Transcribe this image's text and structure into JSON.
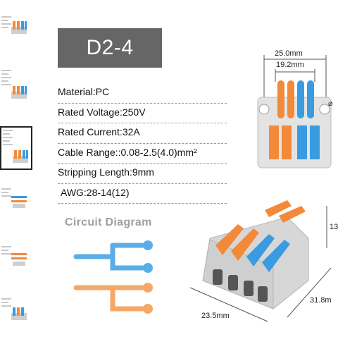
{
  "title": "D2-4",
  "specs": [
    "Material:PC",
    "Rated Voltage:250V",
    "Rated Current:32A",
    "Cable Range::0.08-2.5(4.0)mm²",
    "Stripping Length:9mm",
    "AWG:28-14(12)"
  ],
  "circuit_title": "Circuit Diagram",
  "dimensions": {
    "width_outer": "25.0mm",
    "width_inner": "19.2mm",
    "hole_prefix": "⌀",
    "length": "23.5mm",
    "depth": "31.8m",
    "height": "13"
  },
  "colors": {
    "orange": "#f28a3a",
    "blue": "#3a9be0",
    "body": "#d9d9d9",
    "title_bg": "#666666",
    "circuit_blue": "#5aaee6",
    "circuit_orange": "#f6a766"
  },
  "thumbnail_count": 6,
  "active_thumbnail": 3
}
